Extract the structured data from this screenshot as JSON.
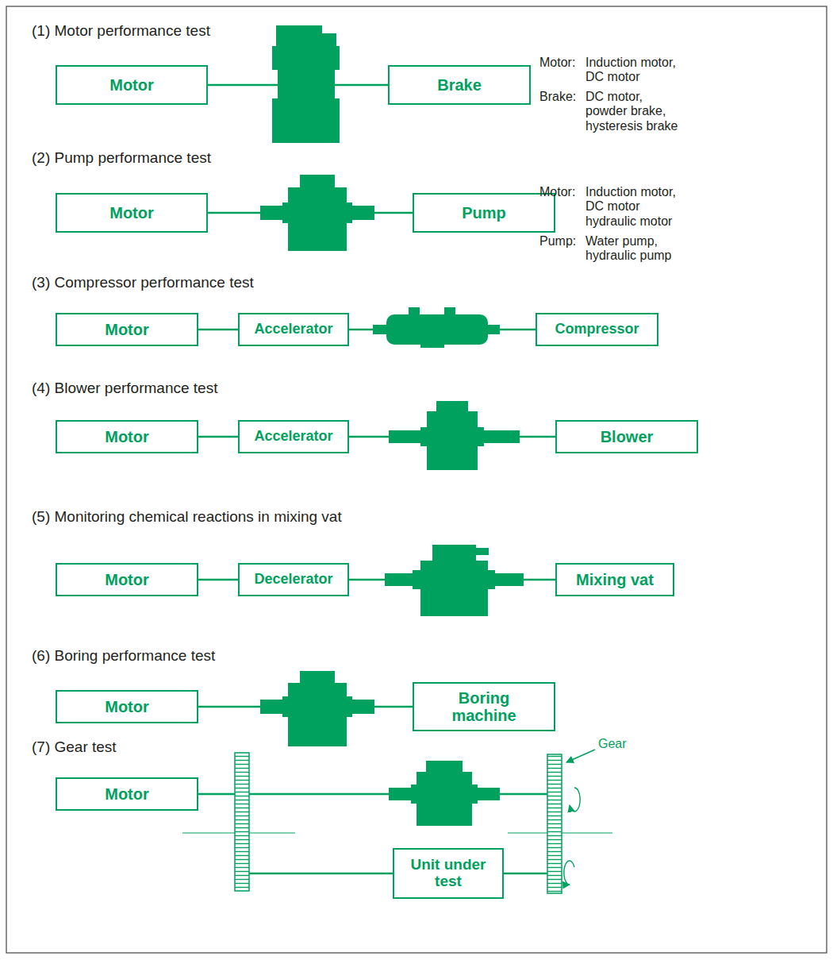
{
  "diagram": {
    "nodes": [
      {
        "text": [
          "Motor"
        ]
      },
      {
        "text": [
          "Brake"
        ]
      },
      {
        "text": [
          "Motor"
        ]
      },
      {
        "text": [
          "Pump"
        ]
      },
      {
        "text": [
          "Motor"
        ]
      },
      {
        "text": [
          "Accelerator"
        ]
      },
      {
        "text": [
          "Compressor"
        ]
      },
      {
        "text": [
          "Motor"
        ]
      },
      {
        "text": [
          "Accelerator"
        ]
      },
      {
        "text": [
          "Blower"
        ]
      },
      {
        "text": [
          "Motor"
        ]
      },
      {
        "text": [
          "Decelerator"
        ]
      },
      {
        "text": [
          "Mixing vat"
        ]
      },
      {
        "text": [
          "Motor"
        ]
      },
      {
        "text": [
          "Boring machine"
        ]
      },
      {
        "text": [
          "Motor"
        ]
      },
      {
        "text": [
          "Unit under test"
        ]
      }
    ],
    "edges": [
      {
        "from": 0,
        "to": 1,
        "arrow": "none"
      },
      {
        "from": 2,
        "to": 3,
        "arrow": "none"
      },
      {
        "from": 4,
        "to": 5,
        "arrow": "none"
      },
      {
        "from": 5,
        "to": 6,
        "arrow": "none"
      },
      {
        "from": 7,
        "to": 8,
        "arrow": "none"
      },
      {
        "from": 8,
        "to": 9,
        "arrow": "none"
      },
      {
        "from": 10,
        "to": 11,
        "arrow": "none"
      },
      {
        "from": 11,
        "to": 12,
        "arrow": "none"
      },
      {
        "from": 13,
        "to": 14,
        "arrow": "none"
      },
      {
        "from": 15,
        "to": 16,
        "arrow": "none"
      }
    ],
    "labels": [
      "(1) Motor performance test",
      "Motor:",
      "Induction motor, DC motor",
      "Brake:",
      "DC motor, powder brake, hysteresis brake",
      "(2) Pump performance test",
      "Motor:",
      "Induction motor, DC motor hydraulic motor",
      "Pump:",
      "Water pump, hydraulic pump",
      "(3) Compressor performance test",
      "(4) Blower performance test",
      "(5) Monitoring chemical reactions in mixing vat",
      "(6) Boring performance test",
      "(7) Gear test",
      "Gear"
    ]
  }
}
